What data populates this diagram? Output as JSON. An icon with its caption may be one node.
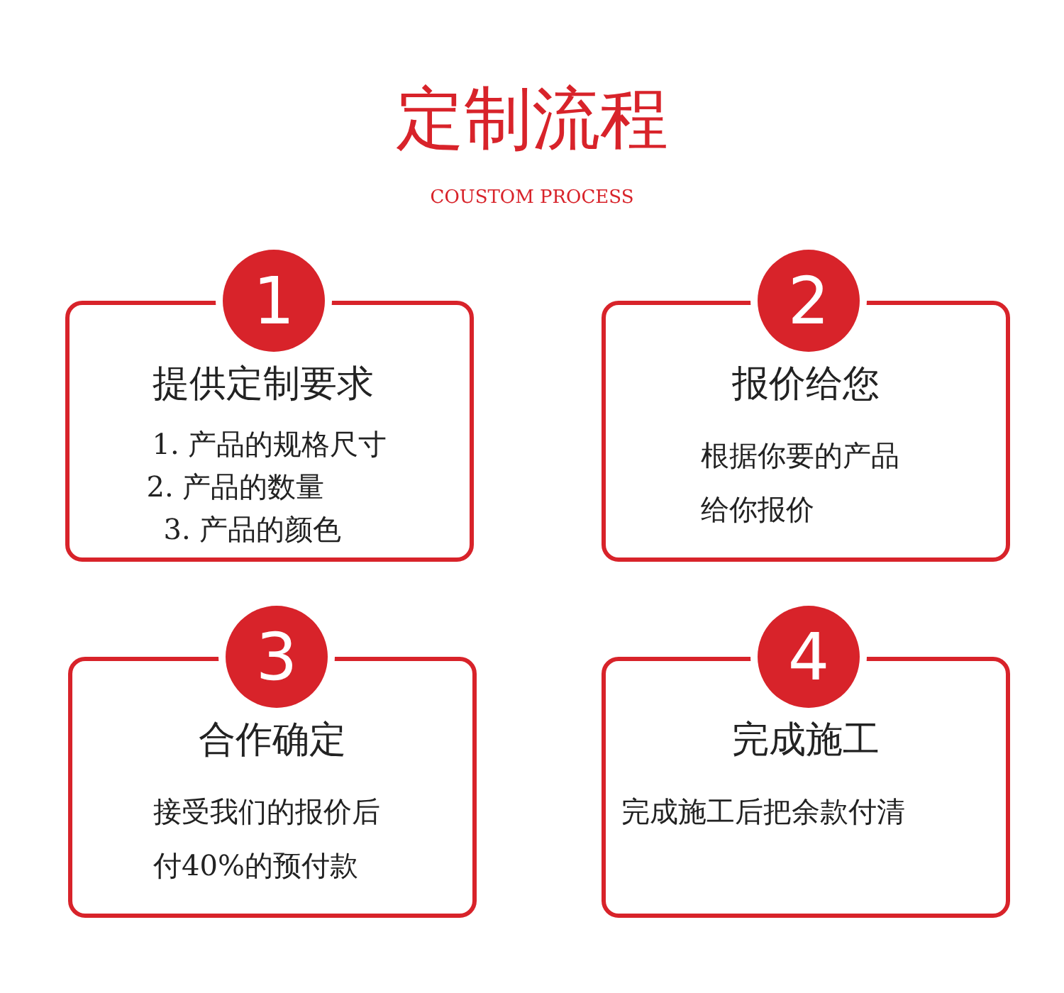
{
  "diagram": {
    "title": "定制流程",
    "labels": [
      "COUSTOM PROCESS"
    ],
    "nodes": [
      {
        "text": [
          "1"
        ]
      },
      {
        "text": [
          "提供定制要求",
          "1. 产品的规格尺寸",
          "2. 产品的数量",
          "3. 产品的颜色"
        ]
      },
      {
        "text": [
          "2"
        ]
      },
      {
        "text": [
          "报价给您",
          "根据你要的产品给你报价"
        ]
      },
      {
        "text": [
          "3"
        ]
      },
      {
        "text": [
          "合作确定",
          "接受我们的报价后付40%的预付款"
        ]
      },
      {
        "text": [
          "4"
        ]
      },
      {
        "text": [
          "完成施工",
          "完成施工后把余款付清"
        ]
      }
    ]
  }
}
